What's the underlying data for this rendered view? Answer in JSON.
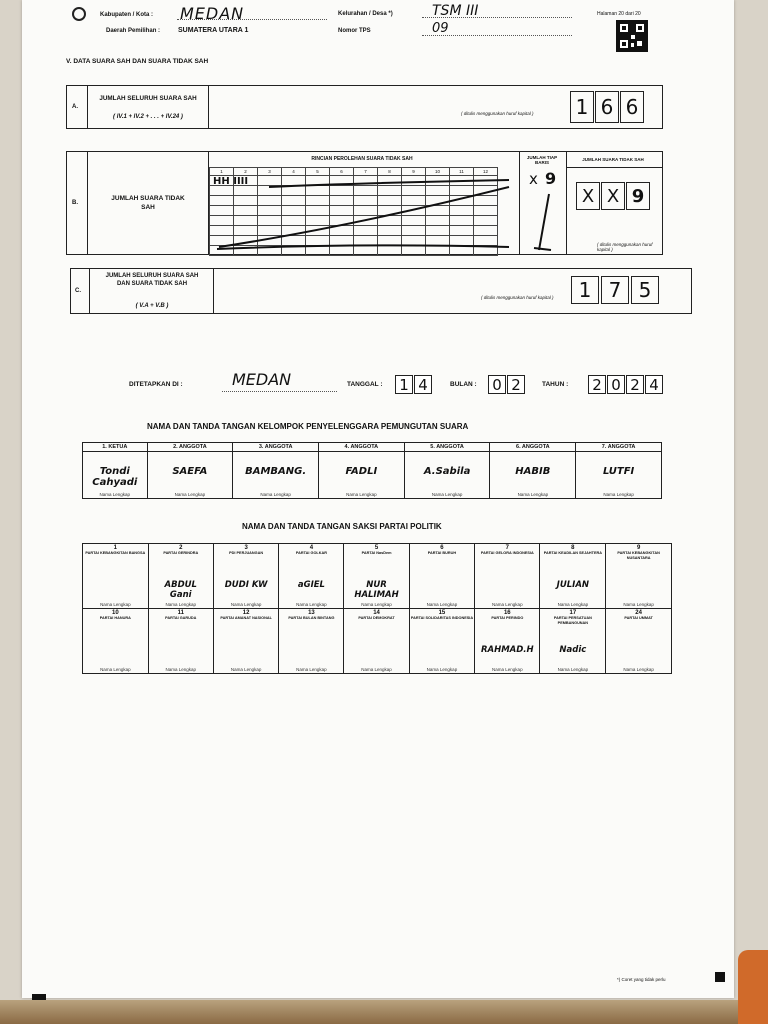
{
  "header": {
    "kabupaten_label": "Kabupaten / Kota :",
    "kabupaten_value": "MEDAN",
    "daerah_label": "Daerah Pemilihan :",
    "daerah_value": "SUMATERA UTARA 1",
    "kelurahan_label": "Kelurahan / Desa *)",
    "kelurahan_value": "TSM III",
    "tps_label": "Nomor TPS",
    "tps_value": "09",
    "page_label": "Halaman 20 dari 20"
  },
  "section_title": "V.   DATA SUARA SAH DAN SUARA TIDAK SAH",
  "row_a": {
    "letter": "A.",
    "label": "JUMLAH SELURUH SUARA SAH",
    "formula": "( IV.1 + IV.2 + . . . + IV.24 )",
    "note": "( ditulis menggunakan huruf kapital )",
    "digits": [
      "1",
      "6",
      "6"
    ]
  },
  "row_b": {
    "letter": "B.",
    "label": "JUMLAH SUARA TIDAK SAH",
    "rincian_title": "RINCIAN PEROLEHAN SUARA TIDAK SAH",
    "columns": [
      "1",
      "2",
      "3",
      "4",
      "5",
      "6",
      "7",
      "8",
      "9",
      "10",
      "11",
      "12"
    ],
    "tally": "HH IIII",
    "jumlah_tiap_baris_label": "JUMLAH TIAP BARIS",
    "jumlah_tiap_baris_value": "9",
    "jumlah_label": "JUMLAH SUARA TIDAK SAH",
    "note": "( ditulis menggunakan huruf kapital )",
    "digits": [
      "X",
      "X",
      "9"
    ]
  },
  "row_c": {
    "letter": "C.",
    "label": "JUMLAH SELURUH SUARA SAH DAN SUARA TIDAK SAH",
    "formula": "( V.A + V.B )",
    "note": "( ditulis menggunakan huruf kapital )",
    "digits": [
      "1",
      "7",
      "5"
    ]
  },
  "ditetapkan": {
    "label": "DITETAPKAN DI :",
    "place": "MEDAN",
    "tanggal_label": "TANGGAL :",
    "tanggal": [
      "1",
      "4"
    ],
    "bulan_label": "BULAN :",
    "bulan": [
      "0",
      "2"
    ],
    "tahun_label": "TAHUN :",
    "tahun": [
      "2",
      "0",
      "2",
      "4"
    ]
  },
  "kpps": {
    "title": "NAMA DAN TANDA TANGAN KELOMPOK PENYELENGGARA PEMUNGUTAN SUARA",
    "members": [
      {
        "role": "1. KETUA",
        "sig": "Tondi Cahyadi"
      },
      {
        "role": "2. ANGGOTA",
        "sig": "SAEFA"
      },
      {
        "role": "3. ANGGOTA",
        "sig": "BAMBANG."
      },
      {
        "role": "4. ANGGOTA",
        "sig": "FADLI"
      },
      {
        "role": "5. ANGGOTA",
        "sig": "A.Sabila"
      },
      {
        "role": "6. ANGGOTA",
        "sig": "HABIB"
      },
      {
        "role": "7. ANGGOTA",
        "sig": "LUTFI"
      }
    ],
    "nama_lengkap": "Nama Lengkap"
  },
  "saksi": {
    "title": "NAMA DAN TANDA TANGAN SAKSI PARTAI POLITIK",
    "row1": [
      {
        "num": "1",
        "party": "PARTAI KEBANGKITAN BANGSA",
        "sig": ""
      },
      {
        "num": "2",
        "party": "PARTAI GERINDRA",
        "sig": "ABDUL Gani"
      },
      {
        "num": "3",
        "party": "PDI PERJUANGAN",
        "sig": "DUDI KW"
      },
      {
        "num": "4",
        "party": "PARTAI GOLKAR",
        "sig": "aGIEL"
      },
      {
        "num": "5",
        "party": "PARTAI NasDem",
        "sig": "NUR HALIMAH"
      },
      {
        "num": "6",
        "party": "PARTAI BURUH",
        "sig": ""
      },
      {
        "num": "7",
        "party": "PARTAI GELORA INDONESIA",
        "sig": ""
      },
      {
        "num": "8",
        "party": "PARTAI KEADILAN SEJAHTERA",
        "sig": "JULIAN"
      },
      {
        "num": "9",
        "party": "PARTAI KEBANGKITAN NUSANTARA",
        "sig": ""
      }
    ],
    "row2": [
      {
        "num": "10",
        "party": "PARTAI HANURA",
        "sig": ""
      },
      {
        "num": "11",
        "party": "PARTAI GARUDA",
        "sig": ""
      },
      {
        "num": "12",
        "party": "PARTAI AMANAT NASIONAL",
        "sig": ""
      },
      {
        "num": "13",
        "party": "PARTAI BULAN BINTANG",
        "sig": ""
      },
      {
        "num": "14",
        "party": "PARTAI DEMOKRAT",
        "sig": ""
      },
      {
        "num": "15",
        "party": "PARTAI SOLIDARITAS INDONESIA",
        "sig": ""
      },
      {
        "num": "16",
        "party": "PARTAI PERINDO",
        "sig": "RAHMAD.H"
      },
      {
        "num": "17",
        "party": "PARTAI PERSATUAN PEMBANGUNAN",
        "sig": "Nadic"
      },
      {
        "num": "24",
        "party": "PARTAI UMMAT",
        "sig": ""
      }
    ],
    "nama_lengkap": "Nama Lengkap"
  },
  "footer_note": "*) Coret yang tidak perlu"
}
